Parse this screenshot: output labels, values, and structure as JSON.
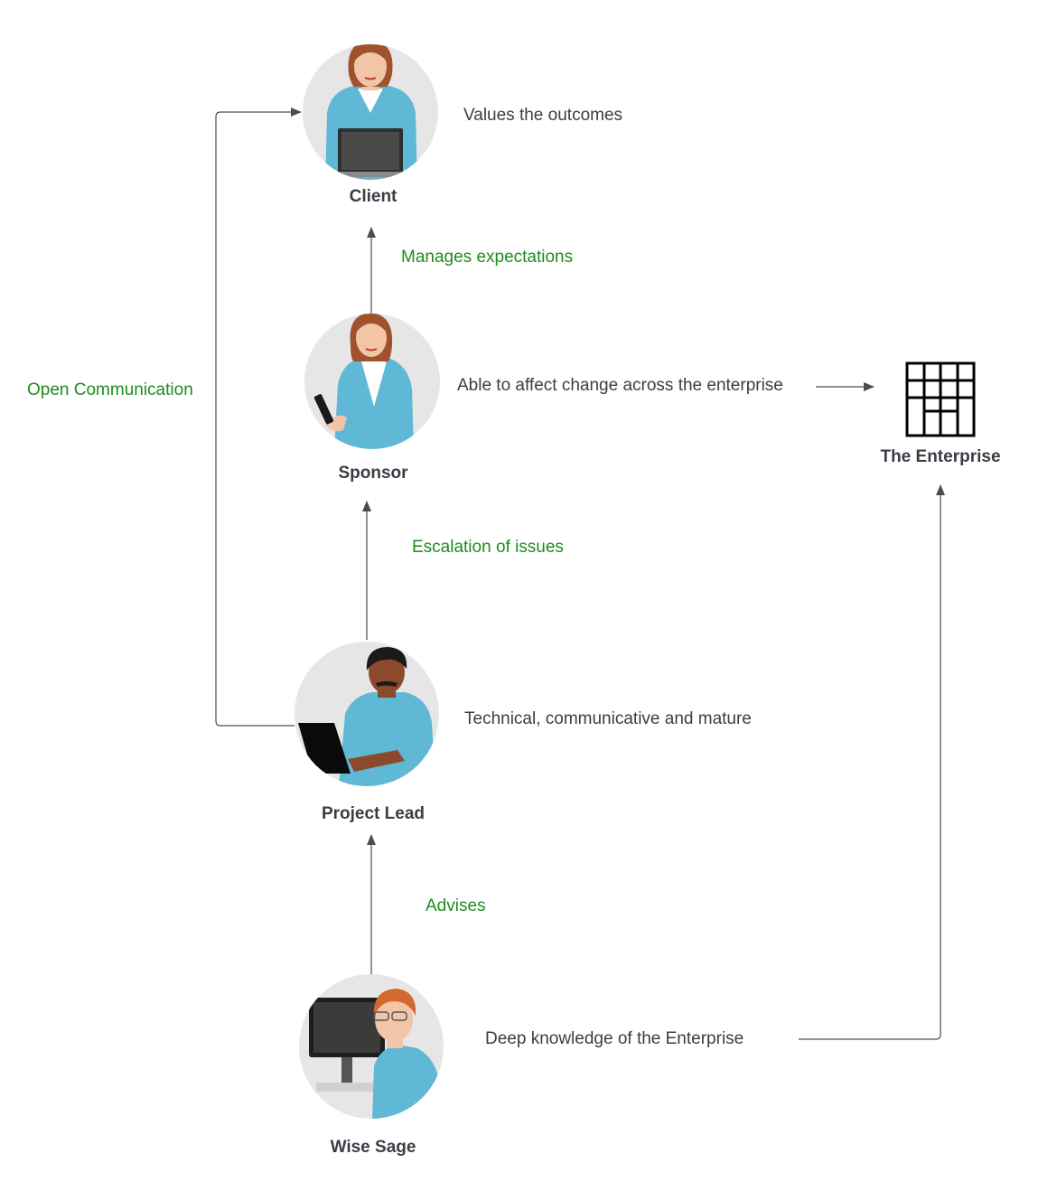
{
  "roles": {
    "client": {
      "label": "Client",
      "description": "Values the outcomes"
    },
    "sponsor": {
      "label": "Sponsor",
      "description": "Able to affect change across the enterprise"
    },
    "project_lead": {
      "label": "Project Lead",
      "description": "Technical, communicative and mature"
    },
    "wise_sage": {
      "label": "Wise Sage",
      "description": "Deep knowledge of the Enterprise"
    },
    "enterprise": {
      "label": "The Enterprise"
    }
  },
  "relations": {
    "sponsor_to_client": "Manages expectations",
    "lead_to_sponsor": "Escalation of issues",
    "sage_to_lead": "Advises",
    "lead_to_client": "Open Communication"
  },
  "colors": {
    "relation_text": "#1e8c1e",
    "body_text": "#3a3d45",
    "avatar_bg": "#e6e6e6",
    "shirt_blue": "#5fb8d6",
    "hair_brown": "#a0522d"
  },
  "icons": [
    "woman-with-laptop-icon",
    "woman-with-phone-icon",
    "man-with-laptop-icon",
    "man-with-monitor-icon",
    "building-icon"
  ]
}
